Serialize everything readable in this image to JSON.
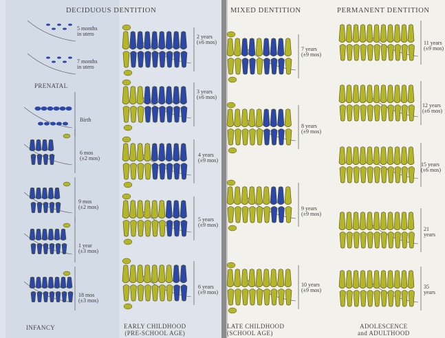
{
  "headers": {
    "deciduous": "DECIDUOUS DENTITION",
    "mixed": "MIXED DENTITION",
    "permanent": "PERMANENT DENTITION"
  },
  "footers": {
    "prenatal": "PRENATAL",
    "infancy": "INFANCY",
    "early_childhood": [
      "EARLY CHILDHOOD",
      "(PRE-SCHOOL AGE)"
    ],
    "late_childhood": [
      "LATE CHILDHOOD",
      "(SCHOOL AGE)"
    ],
    "adolescence": [
      "ADOLESCENCE",
      "and ADULTHOOD"
    ]
  },
  "colors": {
    "deciduous_tooth": "#2b47a8",
    "permanent_tooth": "#b5b52a",
    "tooth_outline": "#4a4a12",
    "left_page": "#dfe4ec",
    "right_page": "#f2f1ec",
    "spine": "#8c8c8c"
  },
  "stages": [
    {
      "age": "5 months",
      "range": "in utero"
    },
    {
      "age": "7 months",
      "range": "in utero"
    },
    {
      "age": "Birth",
      "range": ""
    },
    {
      "age": "6 mos",
      "range": "(±2 mos)"
    },
    {
      "age": "9 mos",
      "range": "(±2 mos)"
    },
    {
      "age": "1 year",
      "range": "(±3 mos)"
    },
    {
      "age": "18 mos",
      "range": "(±3 mos)"
    },
    {
      "age": "2 years",
      "range": "(±6 mos)"
    },
    {
      "age": "3 years",
      "range": "(±6 mos)"
    },
    {
      "age": "4 years",
      "range": "(±9 mos)"
    },
    {
      "age": "5 years",
      "range": "(±9 mos)"
    },
    {
      "age": "6 years",
      "range": "(±9 mos)"
    },
    {
      "age": "7 years",
      "range": "(±9 mos)"
    },
    {
      "age": "8 years",
      "range": "(±9 mos)"
    },
    {
      "age": "9 years",
      "range": "(±9 mos)"
    },
    {
      "age": "10 years",
      "range": "(±9 mos)"
    },
    {
      "age": "11 years",
      "range": "(±9 mos)"
    },
    {
      "age": "12 years",
      "range": "(±6 mos)"
    },
    {
      "age": "15 years",
      "range": "(±6 mos)"
    },
    {
      "age": "21",
      "range": "years"
    },
    {
      "age": "35",
      "range": "years"
    }
  ]
}
